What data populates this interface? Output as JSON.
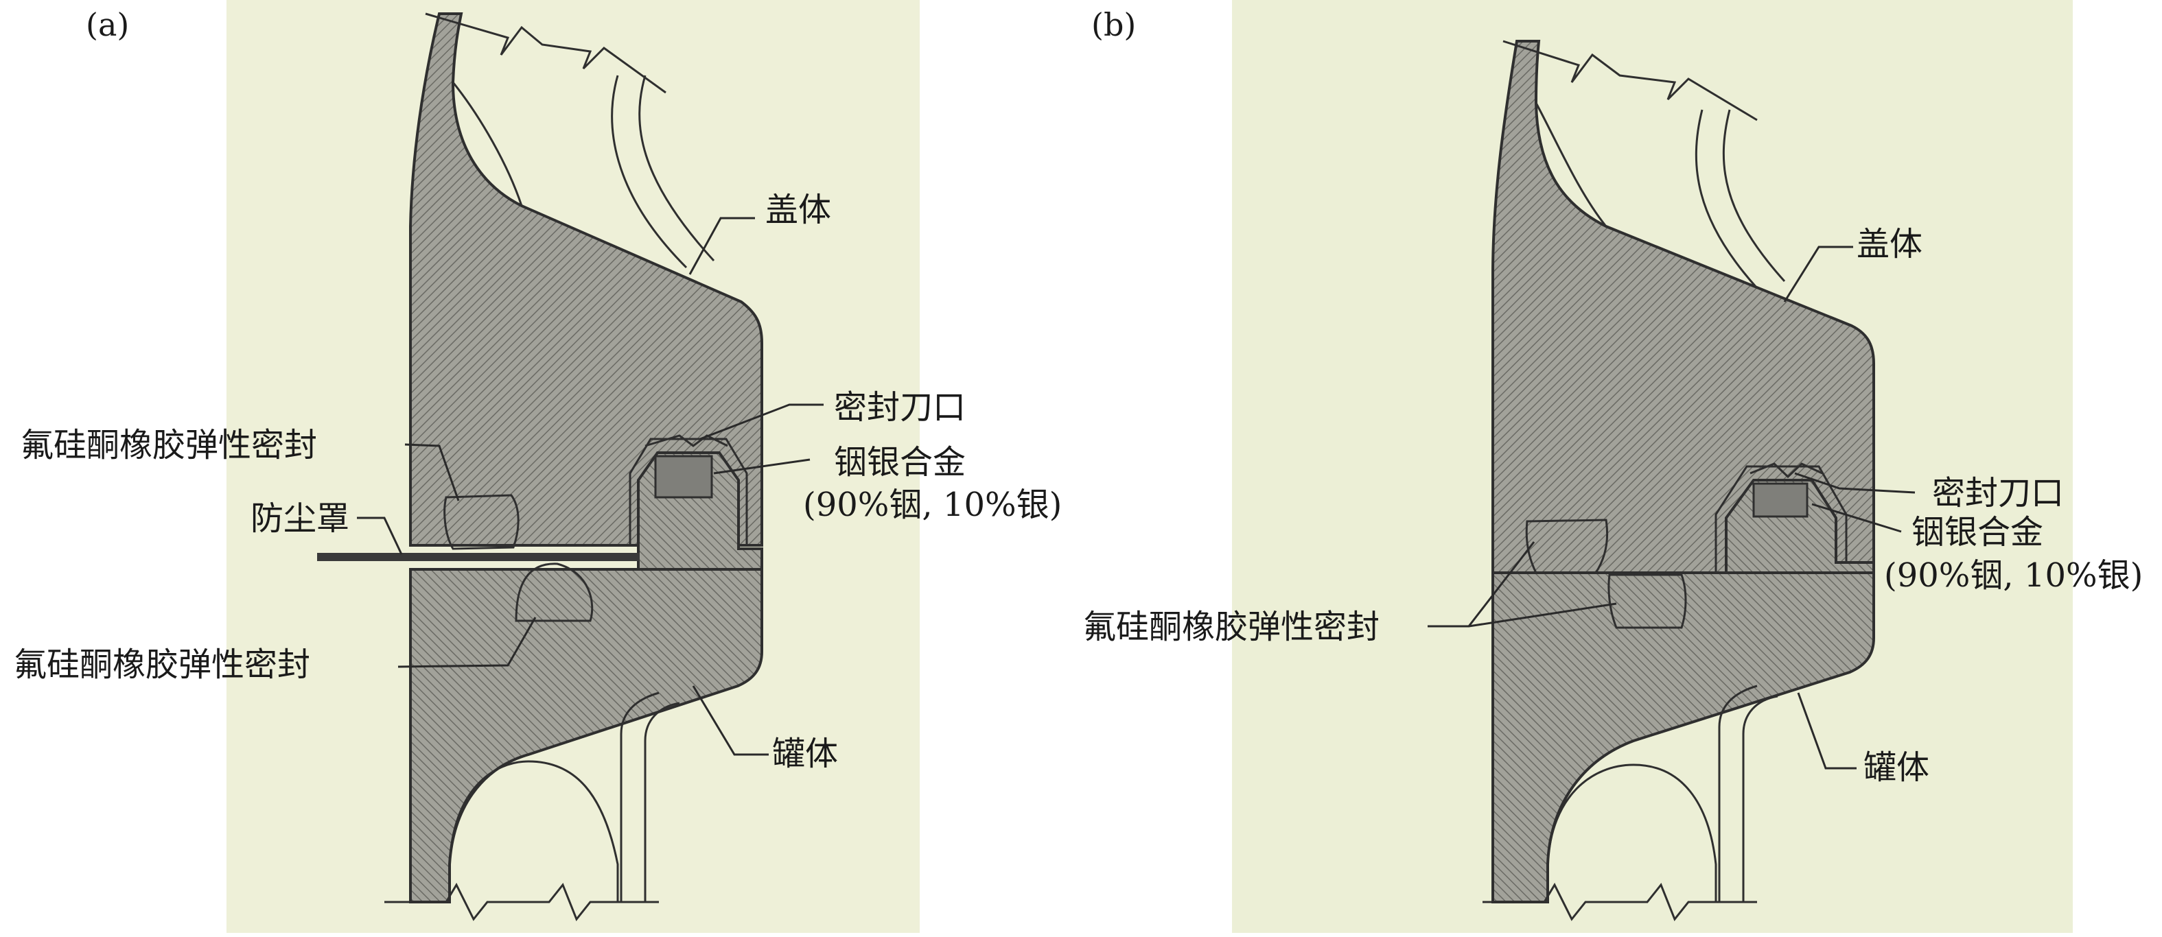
{
  "panels": [
    {
      "id": "a",
      "tag": "(a)",
      "labels": {
        "lid": "盖体",
        "seal_top": "氟硅酮橡胶弹性密封",
        "dust_cover": "防尘罩",
        "seal_bottom": "氟硅酮橡胶弹性密封",
        "knife_edge": "密封刀口",
        "alloy_line1": "铟银合金",
        "alloy_line2": "(90%铟, 10%银)",
        "can_body": "罐体"
      }
    },
    {
      "id": "b",
      "tag": "(b)",
      "labels": {
        "lid": "盖体",
        "knife_edge": "密封刀口",
        "alloy_line1": "铟银合金",
        "alloy_line2": "(90%铟, 10%银)",
        "seal": "氟硅酮橡胶弹性密封",
        "can_body": "罐体"
      }
    }
  ],
  "colors": {
    "paper": "#eef0d8",
    "hatch_fill": "#9a9a92",
    "seal_fill": "#7f7f7a",
    "line": "#2f2f2f"
  }
}
